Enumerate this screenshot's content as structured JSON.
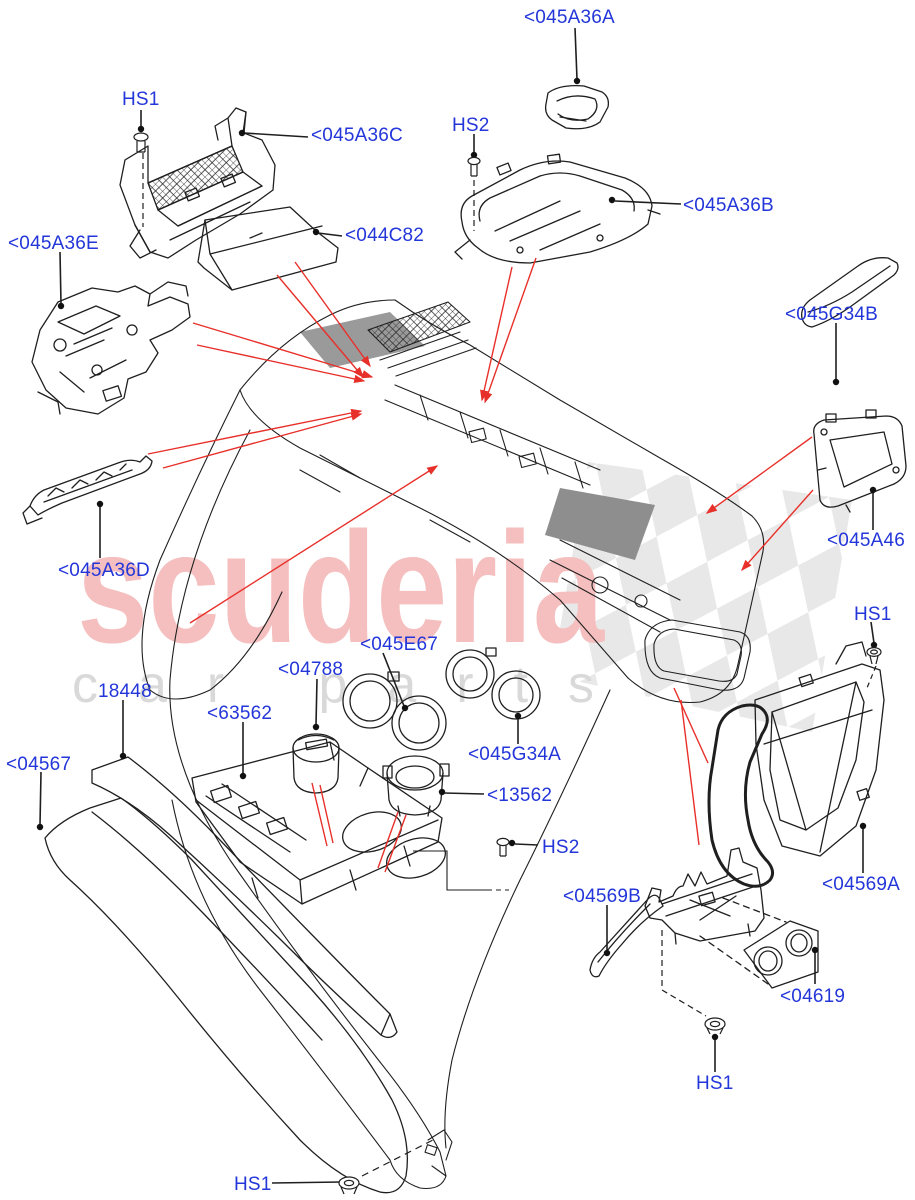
{
  "watermark": {
    "brand": "scuderia",
    "tagline": "car parts"
  },
  "colors": {
    "label_blue": "#2336d9",
    "leader_red": "#e8302a",
    "line_black": "#1f1f1f",
    "watermark_pink": "#f5bfbf",
    "watermark_gray": "#d9d9d9",
    "checker_gray": "#e2e2e2",
    "console_shade_gray": "#9a9a9a"
  },
  "diagram": {
    "type": "exploded-parts-diagram",
    "subject": "center console trim components"
  },
  "labels": [
    {
      "id": "hs1-top",
      "text": "HS1"
    },
    {
      "id": "045A36C",
      "text": "<045A36C"
    },
    {
      "id": "044C82",
      "text": "<044C82"
    },
    {
      "id": "045A36E",
      "text": "<045A36E"
    },
    {
      "id": "045A36A",
      "text": "<045A36A"
    },
    {
      "id": "hs2-top",
      "text": "HS2"
    },
    {
      "id": "045A36B",
      "text": "<045A36B"
    },
    {
      "id": "045G34B",
      "text": "<045G34B"
    },
    {
      "id": "045A46",
      "text": "<045A46"
    },
    {
      "id": "hs1-right",
      "text": "HS1"
    },
    {
      "id": "045A36D",
      "text": "<045A36D"
    },
    {
      "id": "045E67",
      "text": "<045E67"
    },
    {
      "id": "04788",
      "text": "<04788"
    },
    {
      "id": "18448",
      "text": "18448"
    },
    {
      "id": "63562",
      "text": "<63562"
    },
    {
      "id": "045G34A",
      "text": "<045G34A"
    },
    {
      "id": "04567",
      "text": "<04567"
    },
    {
      "id": "13562",
      "text": "<13562"
    },
    {
      "id": "hs2-bottom",
      "text": "HS2"
    },
    {
      "id": "04569B",
      "text": "<04569B"
    },
    {
      "id": "04569A",
      "text": "<04569A"
    },
    {
      "id": "04619",
      "text": "<04619"
    },
    {
      "id": "hs1-bottom-right",
      "text": "HS1"
    },
    {
      "id": "hs1-bottom-center",
      "text": "HS1"
    }
  ]
}
